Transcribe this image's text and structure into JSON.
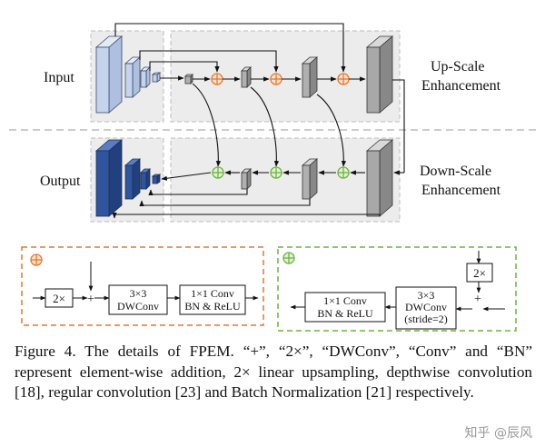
{
  "figure": {
    "labels": {
      "input": "Input",
      "output": "Output",
      "up_scale": [
        "Up-Scale",
        "Enhancement"
      ],
      "down_scale": [
        "Down-Scale",
        "Enhancement"
      ]
    },
    "up_block": {
      "upsample": "2×",
      "plus": "+",
      "dwconv": [
        "3×3",
        "DWConv"
      ],
      "conv": [
        "1×1 Conv",
        "BN & ReLU"
      ]
    },
    "down_block": {
      "upsample": "2×",
      "plus": "+",
      "dwconv": [
        "3×3",
        "DWConv",
        "(stride=2)"
      ],
      "conv": [
        "1×1 Conv",
        "BN & ReLU"
      ]
    },
    "colors": {
      "input_blue": "#c5d3ec",
      "output_blue": "#2f559e",
      "orange": "#e8762d",
      "green": "#6cb33f",
      "gray_block": "#9a9a9a",
      "panel_bg": "#ececec"
    }
  },
  "caption": "Figure 4. The details of FPEM. “+”, “2×”, “DWConv”, “Conv” and “BN” represent element-wise addition, 2× linear upsampling, depthwise convolution [18], regular convolution [23] and Batch Normalization [21] respectively.",
  "watermark": "知乎 @辰风"
}
